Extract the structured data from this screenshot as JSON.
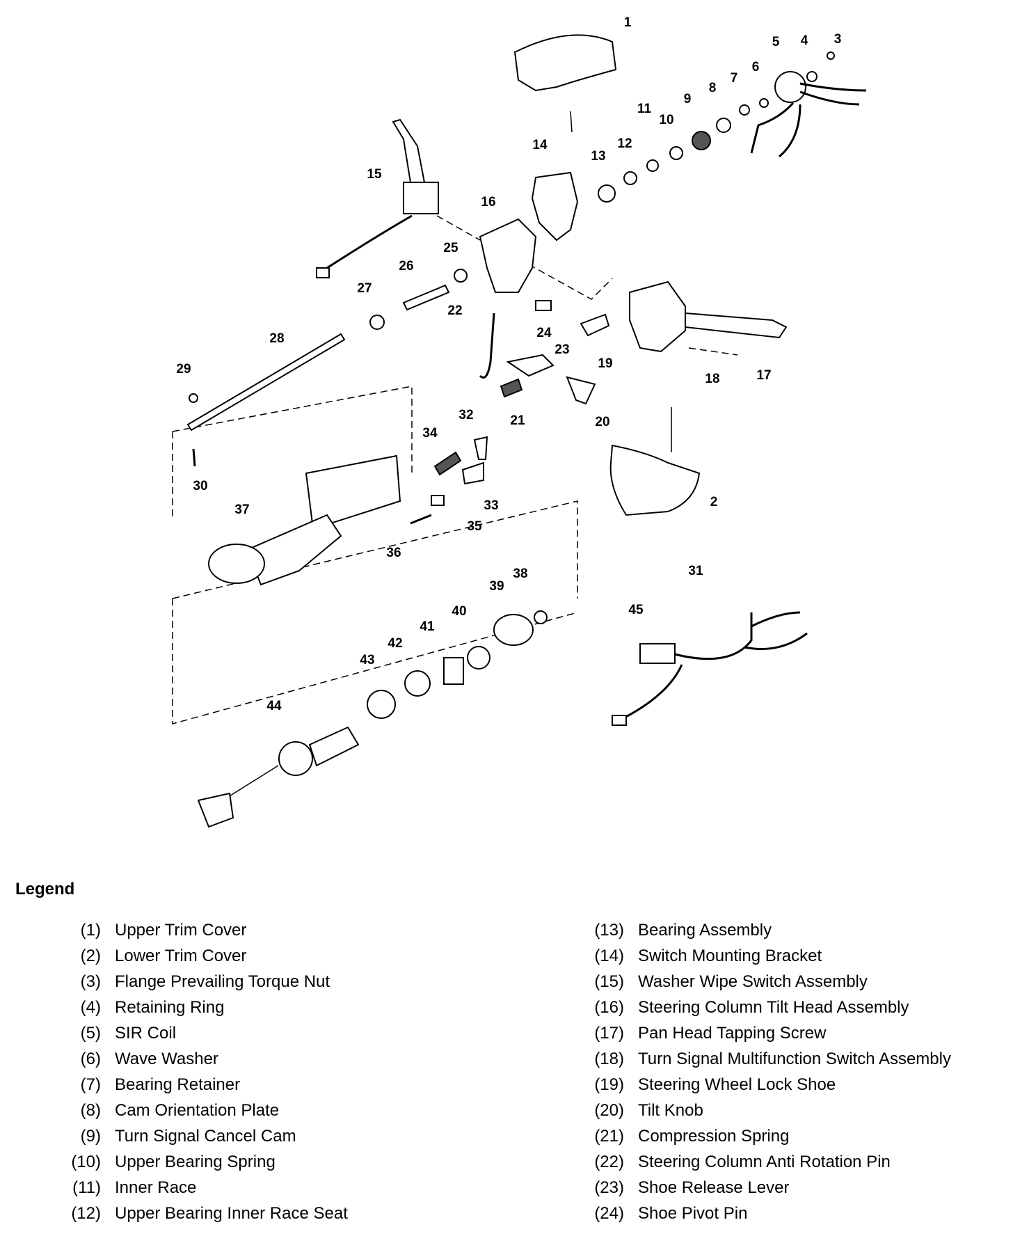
{
  "callouts": [
    "1",
    "2",
    "3",
    "4",
    "5",
    "6",
    "7",
    "8",
    "9",
    "10",
    "11",
    "12",
    "13",
    "14",
    "15",
    "16",
    "17",
    "18",
    "19",
    "20",
    "21",
    "22",
    "23",
    "24",
    "25",
    "26",
    "27",
    "28",
    "29",
    "30",
    "31",
    "32",
    "33",
    "34",
    "35",
    "36",
    "37",
    "38",
    "39",
    "40",
    "41",
    "42",
    "43",
    "44",
    "45"
  ],
  "legend": {
    "title": "Legend",
    "left": [
      {
        "num": "(1)",
        "label": "Upper Trim Cover"
      },
      {
        "num": "(2)",
        "label": "Lower Trim Cover"
      },
      {
        "num": "(3)",
        "label": "Flange Prevailing Torque Nut"
      },
      {
        "num": "(4)",
        "label": "Retaining Ring"
      },
      {
        "num": "(5)",
        "label": "SIR Coil"
      },
      {
        "num": "(6)",
        "label": "Wave Washer"
      },
      {
        "num": "(7)",
        "label": "Bearing Retainer"
      },
      {
        "num": "(8)",
        "label": "Cam Orientation Plate"
      },
      {
        "num": "(9)",
        "label": "Turn Signal Cancel Cam"
      },
      {
        "num": "(10)",
        "label": "Upper Bearing Spring"
      },
      {
        "num": "(11)",
        "label": "Inner Race"
      },
      {
        "num": "(12)",
        "label": "Upper Bearing Inner Race Seat"
      }
    ],
    "right": [
      {
        "num": "(13)",
        "label": "Bearing Assembly"
      },
      {
        "num": "(14)",
        "label": "Switch Mounting Bracket"
      },
      {
        "num": "(15)",
        "label": "Washer Wipe Switch Assembly"
      },
      {
        "num": "(16)",
        "label": "Steering Column Tilt Head Assembly"
      },
      {
        "num": "(17)",
        "label": "Pan Head Tapping Screw"
      },
      {
        "num": "(18)",
        "label": "Turn Signal Multifunction Switch Assembly"
      },
      {
        "num": "(19)",
        "label": "Steering Wheel Lock Shoe"
      },
      {
        "num": "(20)",
        "label": "Tilt Knob"
      },
      {
        "num": "(21)",
        "label": "Compression Spring"
      },
      {
        "num": "(22)",
        "label": "Steering Column Anti Rotation Pin"
      },
      {
        "num": "(23)",
        "label": "Shoe Release Lever"
      },
      {
        "num": "(24)",
        "label": "Shoe Pivot Pin"
      }
    ]
  }
}
